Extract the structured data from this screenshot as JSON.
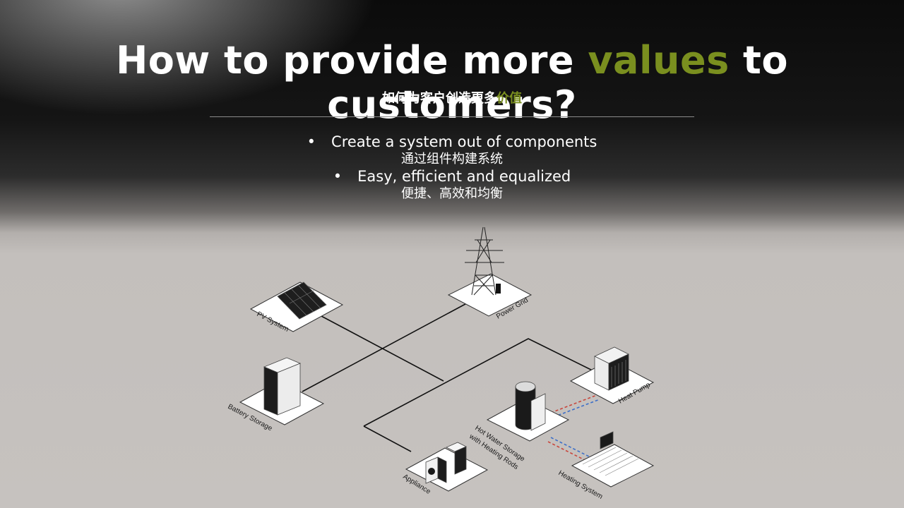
{
  "slide": {
    "title_pre": "How to provide more ",
    "title_accent": "values",
    "title_post": " to customers?",
    "subtitle_pre": "如何为客户创造更多",
    "subtitle_accent": "价值",
    "bullets": [
      {
        "en": "Create a system out of components",
        "cn": "通过组件构建系统"
      },
      {
        "en": "Easy, efficient and equalized",
        "cn": "便捷、高效和均衡"
      }
    ],
    "bullet_symbol": "•"
  },
  "diagram": {
    "components": {
      "pv": "PV System",
      "grid": "Power Grid",
      "battery": "Battery Storage",
      "heatpump": "Heat Pump",
      "hotwater_line1": "Hot Water Storage",
      "hotwater_line2": "with Heating Rods",
      "appliance": "Appliance",
      "heating": "Heating System"
    },
    "colors": {
      "accent": "#7a8f1f",
      "hot_line": "#c8463c",
      "cold_line": "#3c6ec8"
    }
  }
}
